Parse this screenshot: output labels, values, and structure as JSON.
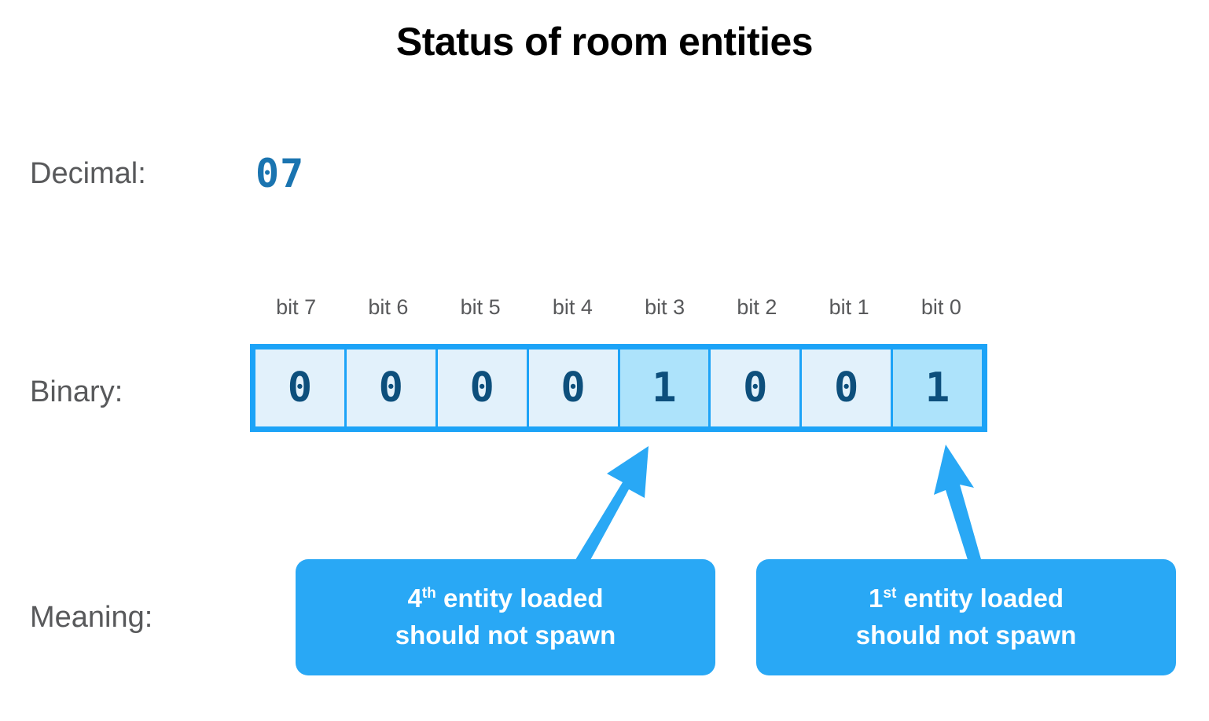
{
  "title": "Status of room entities",
  "colors": {
    "accent": "#29A8F5",
    "frame": "#1CA3F7",
    "cell_off": "#e2f1fb",
    "cell_on": "#ade3fb",
    "digit": "#0d4f7c",
    "decimal": "#1a74b0",
    "label": "#58595b",
    "background": "#ffffff"
  },
  "rows": {
    "decimal_label": "Decimal:",
    "binary_label": "Binary:",
    "meaning_label": "Meaning:"
  },
  "decimal": {
    "value": "07"
  },
  "binary": {
    "bit_labels": [
      "bit 7",
      "bit 6",
      "bit 5",
      "bit 4",
      "bit 3",
      "bit 2",
      "bit 1",
      "bit 0"
    ],
    "bits": [
      "0",
      "0",
      "0",
      "0",
      "1",
      "0",
      "0",
      "1"
    ],
    "highlighted_indices": [
      4,
      7
    ]
  },
  "callouts": [
    {
      "ordinal": "4",
      "ordinal_suffix": "th",
      "line1_rest": " entity loaded",
      "line2": "should not spawn",
      "points_to": "bit 3"
    },
    {
      "ordinal": "1",
      "ordinal_suffix": "st",
      "line1_rest": " entity loaded",
      "line2": "should not spawn",
      "points_to": "bit 0"
    }
  ]
}
